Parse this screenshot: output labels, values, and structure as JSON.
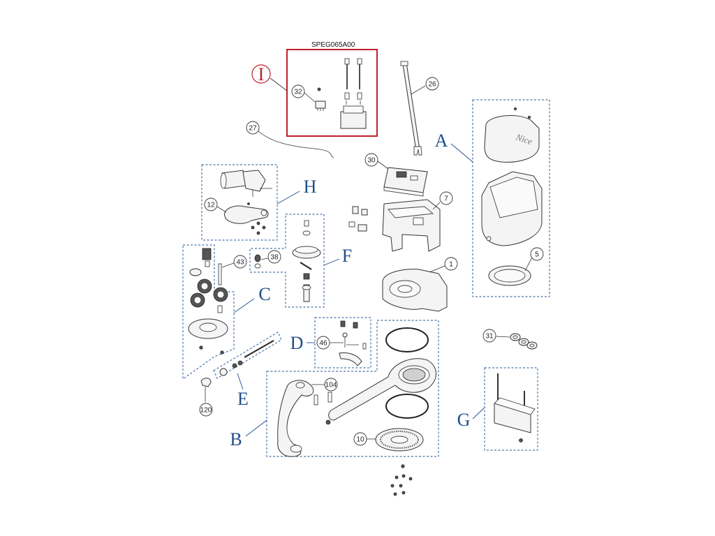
{
  "kit_code": "SPEG065A00",
  "groups": {
    "A": "A",
    "B": "B",
    "C": "C",
    "D": "D",
    "E": "E",
    "F": "F",
    "G": "G",
    "H": "H",
    "I": "I"
  },
  "callouts": {
    "p1": "1",
    "p5": "5",
    "p7": "7",
    "p10": "10",
    "p12": "12",
    "p26": "26",
    "p27": "27",
    "p30": "30",
    "p31": "31",
    "p32": "32",
    "p38": "38",
    "p43": "43",
    "p46": "46",
    "p104": "104",
    "p120": "120"
  },
  "brand_mark": "Nice",
  "colors": {
    "group_label": "#1f4e8c",
    "kit_box": "#c0202a",
    "dashed_box": "#4a76a8"
  }
}
